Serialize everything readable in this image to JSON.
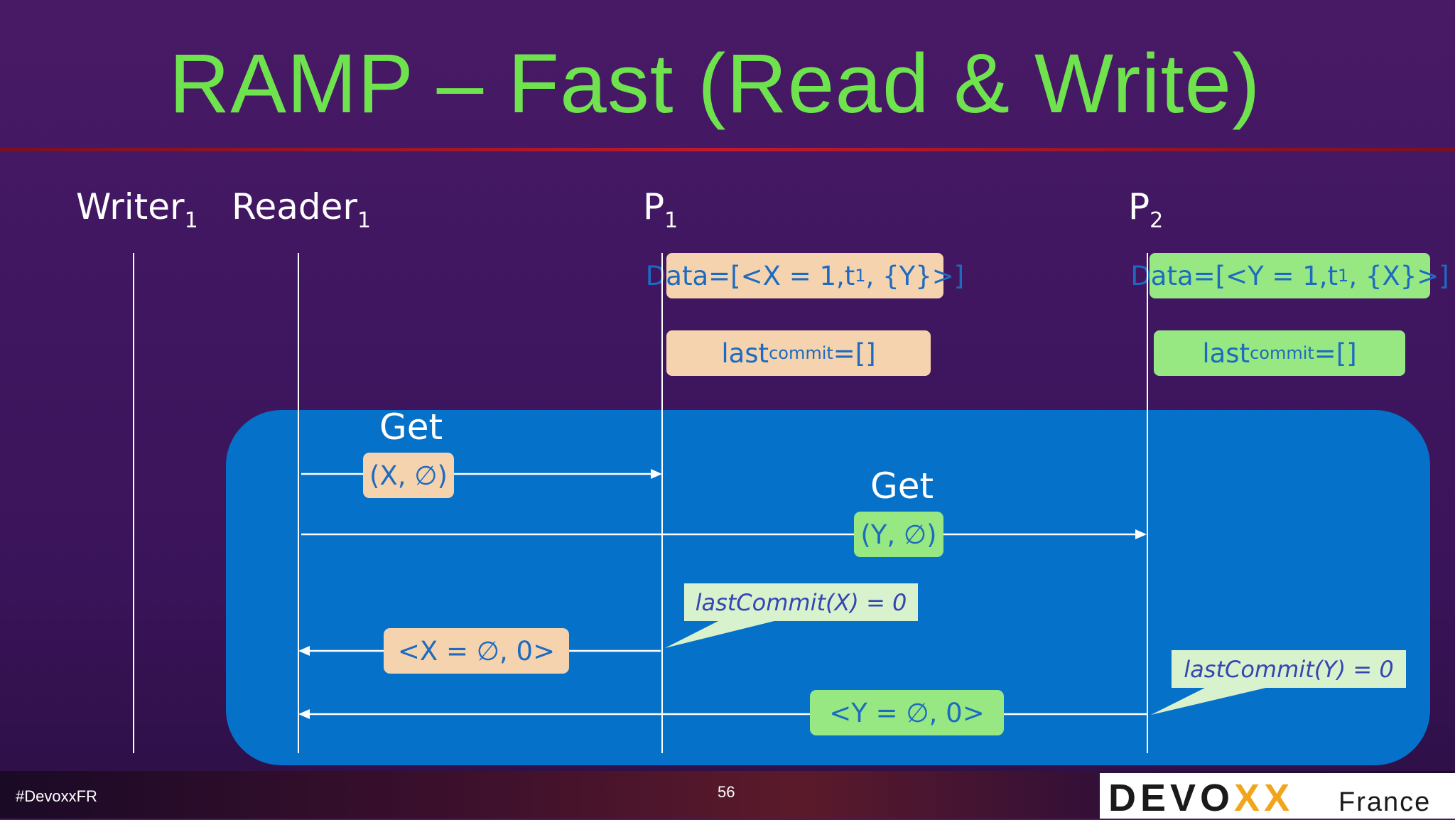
{
  "slide": {
    "title": "RAMP – Fast (Read & Write)",
    "page_number": "56",
    "hashtag": "#DevoxxFR",
    "logo": {
      "main": "DEVO",
      "x": "XX",
      "sub": "France"
    }
  },
  "actors": {
    "writer": {
      "name": "Writer",
      "sub": "1"
    },
    "reader": {
      "name": "Reader",
      "sub": "1"
    },
    "p1": {
      "name": "P",
      "sub": "1"
    },
    "p2": {
      "name": "P",
      "sub": "2"
    }
  },
  "p1_state": {
    "data": {
      "a": "Data=[<X = 1,t",
      "sub": "1",
      "b": ", {Y}>]"
    },
    "last": {
      "a": "last",
      "sub": "commit",
      "b": "=[]"
    }
  },
  "p2_state": {
    "data": {
      "a": "Data=[<Y = 1,t",
      "sub": "1",
      "b": ", {X}>]"
    },
    "last": {
      "a": "last",
      "sub": "commit",
      "b": "=[]"
    }
  },
  "messages": {
    "get1": {
      "label": "Get",
      "chip": "(X, ∅)"
    },
    "get2": {
      "label": "Get",
      "chip": "(Y, ∅)"
    },
    "reply1": {
      "chip": "<X = ∅, 0>",
      "note": "lastCommit(X) = 0"
    },
    "reply2": {
      "chip": "<Y = ∅, 0>",
      "note": "lastCommit(Y) = 0"
    }
  },
  "colors": {
    "title": "#6fe34e",
    "panel": "#0571c9",
    "p1_box": "#f5d3ae",
    "p2_box": "#97e882",
    "note": "#d9f2ce",
    "box_text": "#1d6bc0"
  }
}
